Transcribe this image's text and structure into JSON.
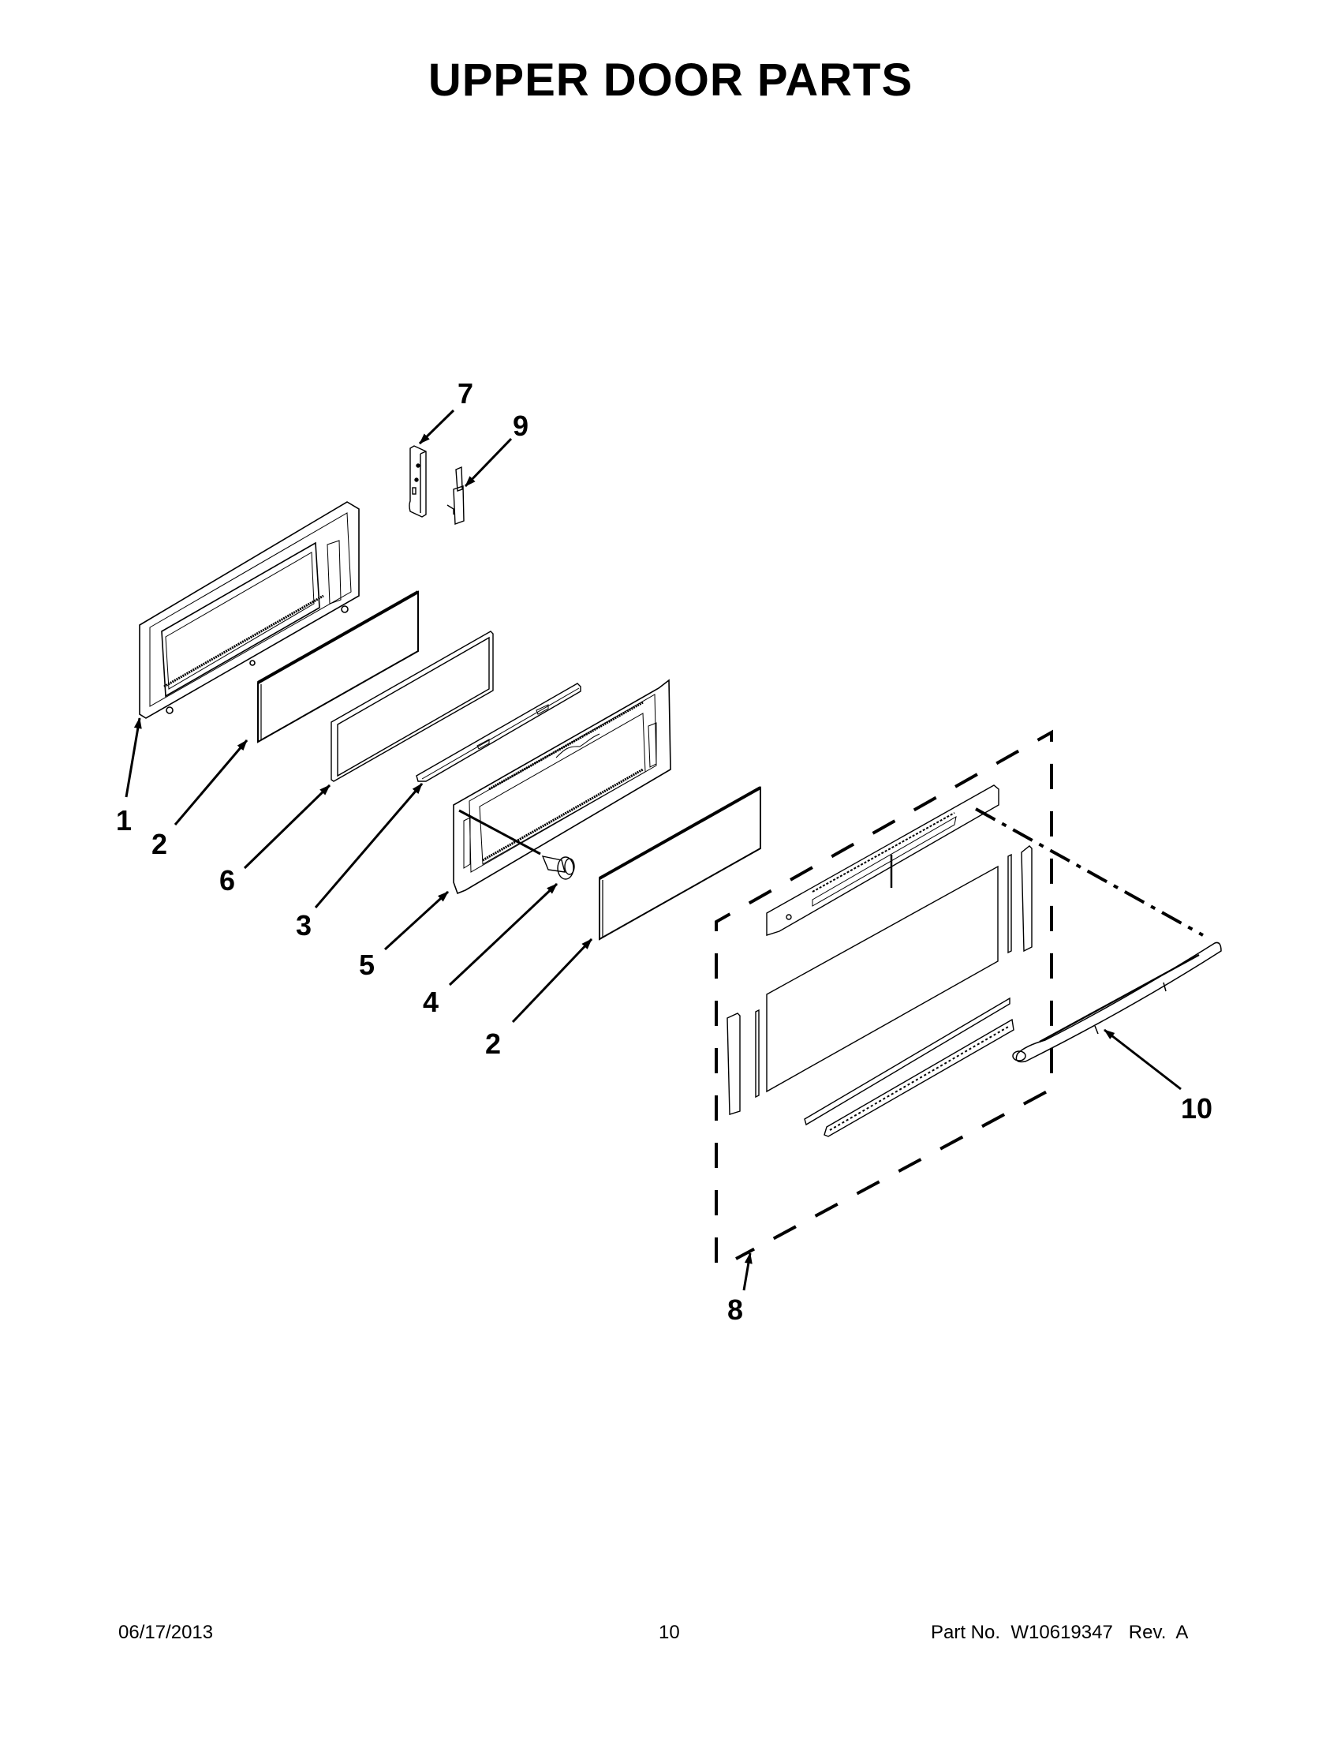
{
  "header": {
    "title": "UPPER DOOR PARTS"
  },
  "diagram": {
    "callouts": [
      {
        "id": "1",
        "label": "1",
        "part": "inner-door-panel"
      },
      {
        "id": "2a",
        "label": "2",
        "part": "glass-panel-upper"
      },
      {
        "id": "6",
        "label": "6",
        "part": "glass-gasket-frame"
      },
      {
        "id": "3",
        "label": "3",
        "part": "channel-trim"
      },
      {
        "id": "5",
        "label": "5",
        "part": "door-frame"
      },
      {
        "id": "4",
        "label": "4",
        "part": "screw"
      },
      {
        "id": "2b",
        "label": "2",
        "part": "glass-panel-lower"
      },
      {
        "id": "7",
        "label": "7",
        "part": "hinge-bracket"
      },
      {
        "id": "9",
        "label": "9",
        "part": "hinge"
      },
      {
        "id": "8",
        "label": "8",
        "part": "outer-door-assembly"
      },
      {
        "id": "10",
        "label": "10",
        "part": "door-handle"
      }
    ]
  },
  "footer": {
    "date": "06/17/2013",
    "page": "10",
    "part_no": "Part No.  W10619347   Rev.  A"
  }
}
